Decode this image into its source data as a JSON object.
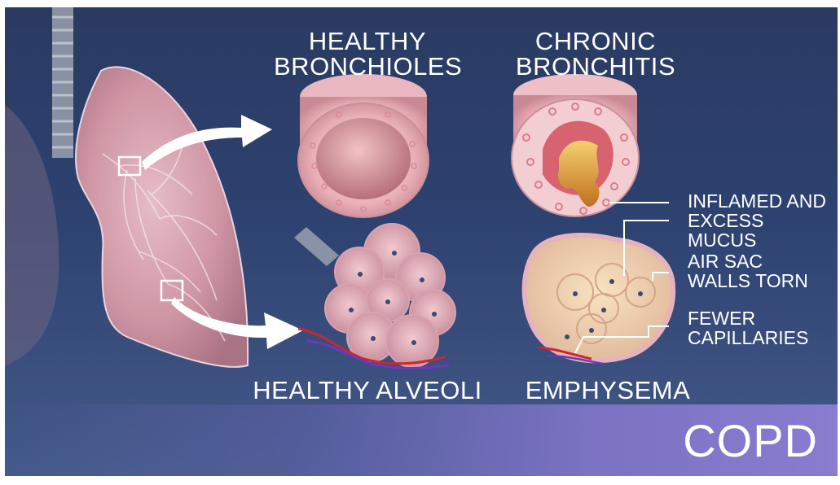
{
  "headings": {
    "healthy_bronchioles": "HEALTHY\nBRONCHIOLES",
    "chronic_bronchitis": "CHRONIC\nBRONCHITIS",
    "healthy_alveoli": "HEALTHY ALVEOLI",
    "emphysema": "EMPHYSEMA"
  },
  "callouts": {
    "inflamed": "INFLAMED AND\nEXCESS MUCUS",
    "torn": "AIR SAC\nWALLS TORN",
    "capillaries": "FEWER\nCAPILLARIES"
  },
  "banner": {
    "title": "COPD"
  },
  "colors": {
    "background": "#2d4270",
    "banner": "#7a72c2",
    "tissue": "#e8a8b0"
  }
}
